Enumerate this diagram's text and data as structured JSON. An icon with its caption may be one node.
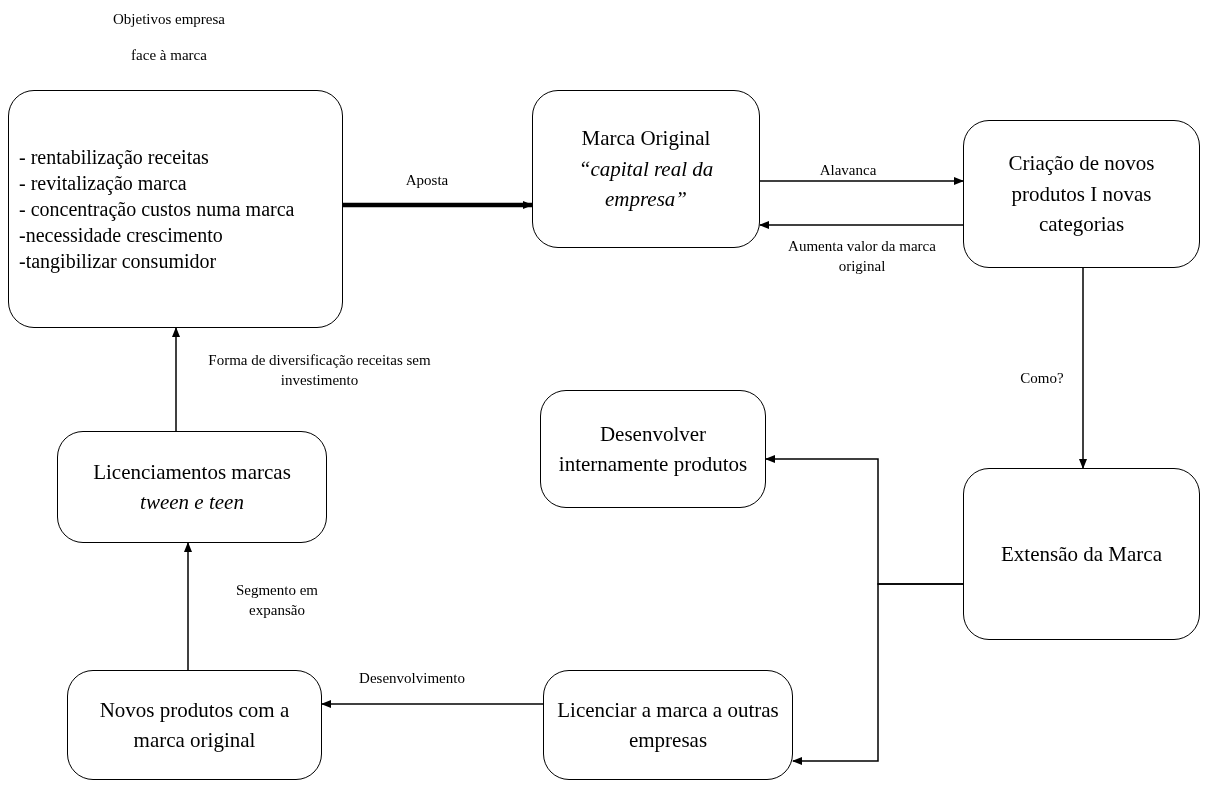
{
  "diagram": {
    "nodes": [
      {
        "text": [
          "Objetivos empresa face à marca",
          "- rentabilização receitas",
          "- revitalização marca",
          "- concentração custos numa marca",
          "-necessidade crescimento",
          "-tangibilizar consumidor"
        ]
      },
      {
        "text": [
          "Marca Original",
          "“capital real da empresa”"
        ]
      },
      {
        "text": [
          "Criação de novos produtos I novas categorias"
        ]
      },
      {
        "text": [
          "Desenvolver internamente produtos"
        ]
      },
      {
        "text": [
          "Extensão da Marca"
        ]
      },
      {
        "text": [
          "Licenciamentos marcas *tween e teen*"
        ]
      },
      {
        "text": [
          "Novos produtos com a marca original"
        ]
      },
      {
        "text": [
          "Licenciar a marca a outras empresas"
        ]
      }
    ],
    "edges": [
      {
        "from": 0,
        "to": 1,
        "arrow": "to",
        "label": "Aposta",
        "style": "thick"
      },
      {
        "from": 1,
        "to": 2,
        "arrow": "to",
        "label": "Alavanca"
      },
      {
        "from": 2,
        "to": 1,
        "arrow": "to",
        "label": "Aumenta valor da marca original"
      },
      {
        "from": 2,
        "to": 4,
        "arrow": "to",
        "label": "Como?"
      },
      {
        "from": 4,
        "to": 3,
        "arrow": "to"
      },
      {
        "from": 4,
        "to": 7,
        "arrow": "to"
      },
      {
        "from": 7,
        "to": 6,
        "arrow": "to",
        "label": "Desenvolvimento"
      },
      {
        "from": 6,
        "to": 5,
        "arrow": "to",
        "label": "Segmento em expansão"
      },
      {
        "from": 5,
        "to": 0,
        "arrow": "to",
        "label": "Forma de diversificação receitas sem investimento"
      }
    ]
  }
}
